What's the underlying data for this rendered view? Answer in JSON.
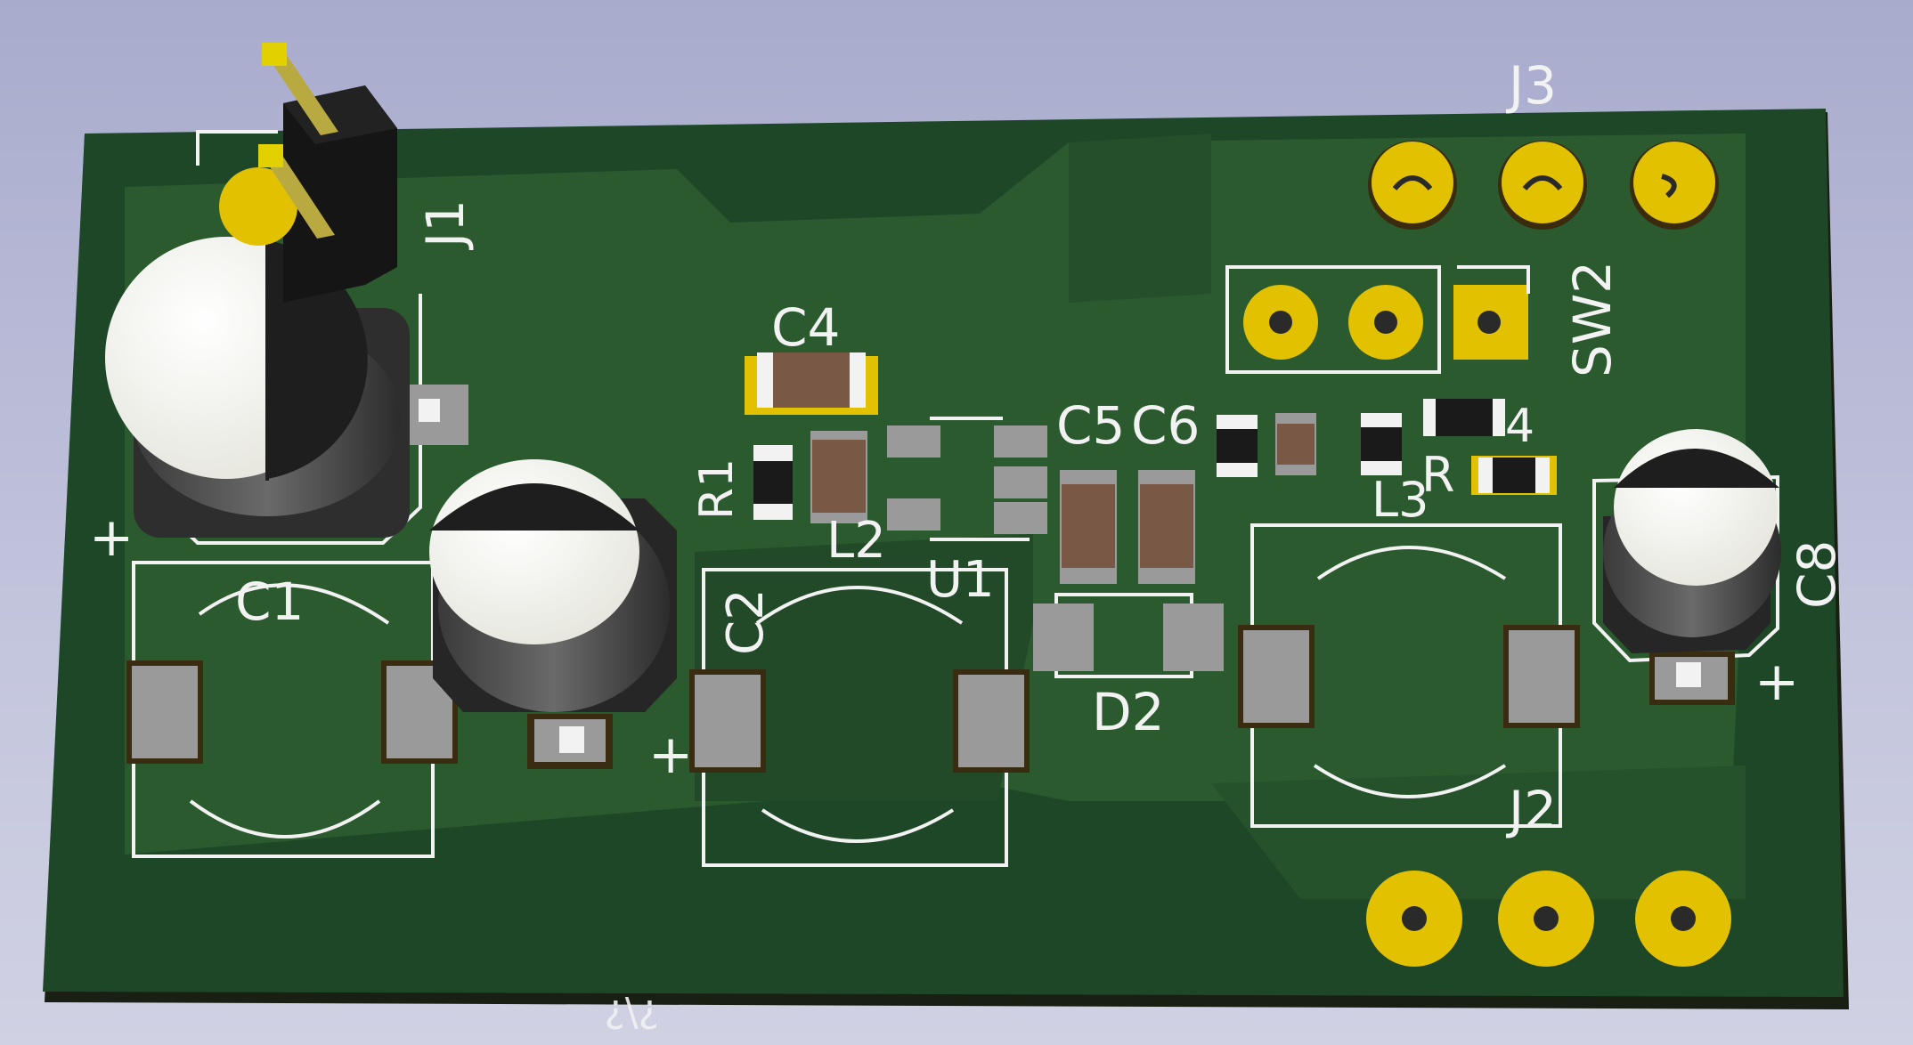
{
  "colors": {
    "background": "#b8bad6",
    "board": "#1f4a2a",
    "copper_fill": "#2d5a30",
    "pad_gold": "#e0c000",
    "pad_smd": "#9c9c9c",
    "silkscreen": "#f2f2f2"
  },
  "designators": {
    "j1": "J1",
    "j2": "J2",
    "j3": "J3",
    "sw2": "SW2",
    "c1": "C1",
    "c2": "C2",
    "c4": "C4",
    "c5": "C5",
    "c6": "C6",
    "c8": "C8",
    "r1": "R1",
    "r4": "4",
    "rpartial": "R",
    "l2": "L2",
    "l3": "L3",
    "u1": "U1",
    "d2": "D2"
  },
  "polarity": {
    "plus": "+"
  }
}
